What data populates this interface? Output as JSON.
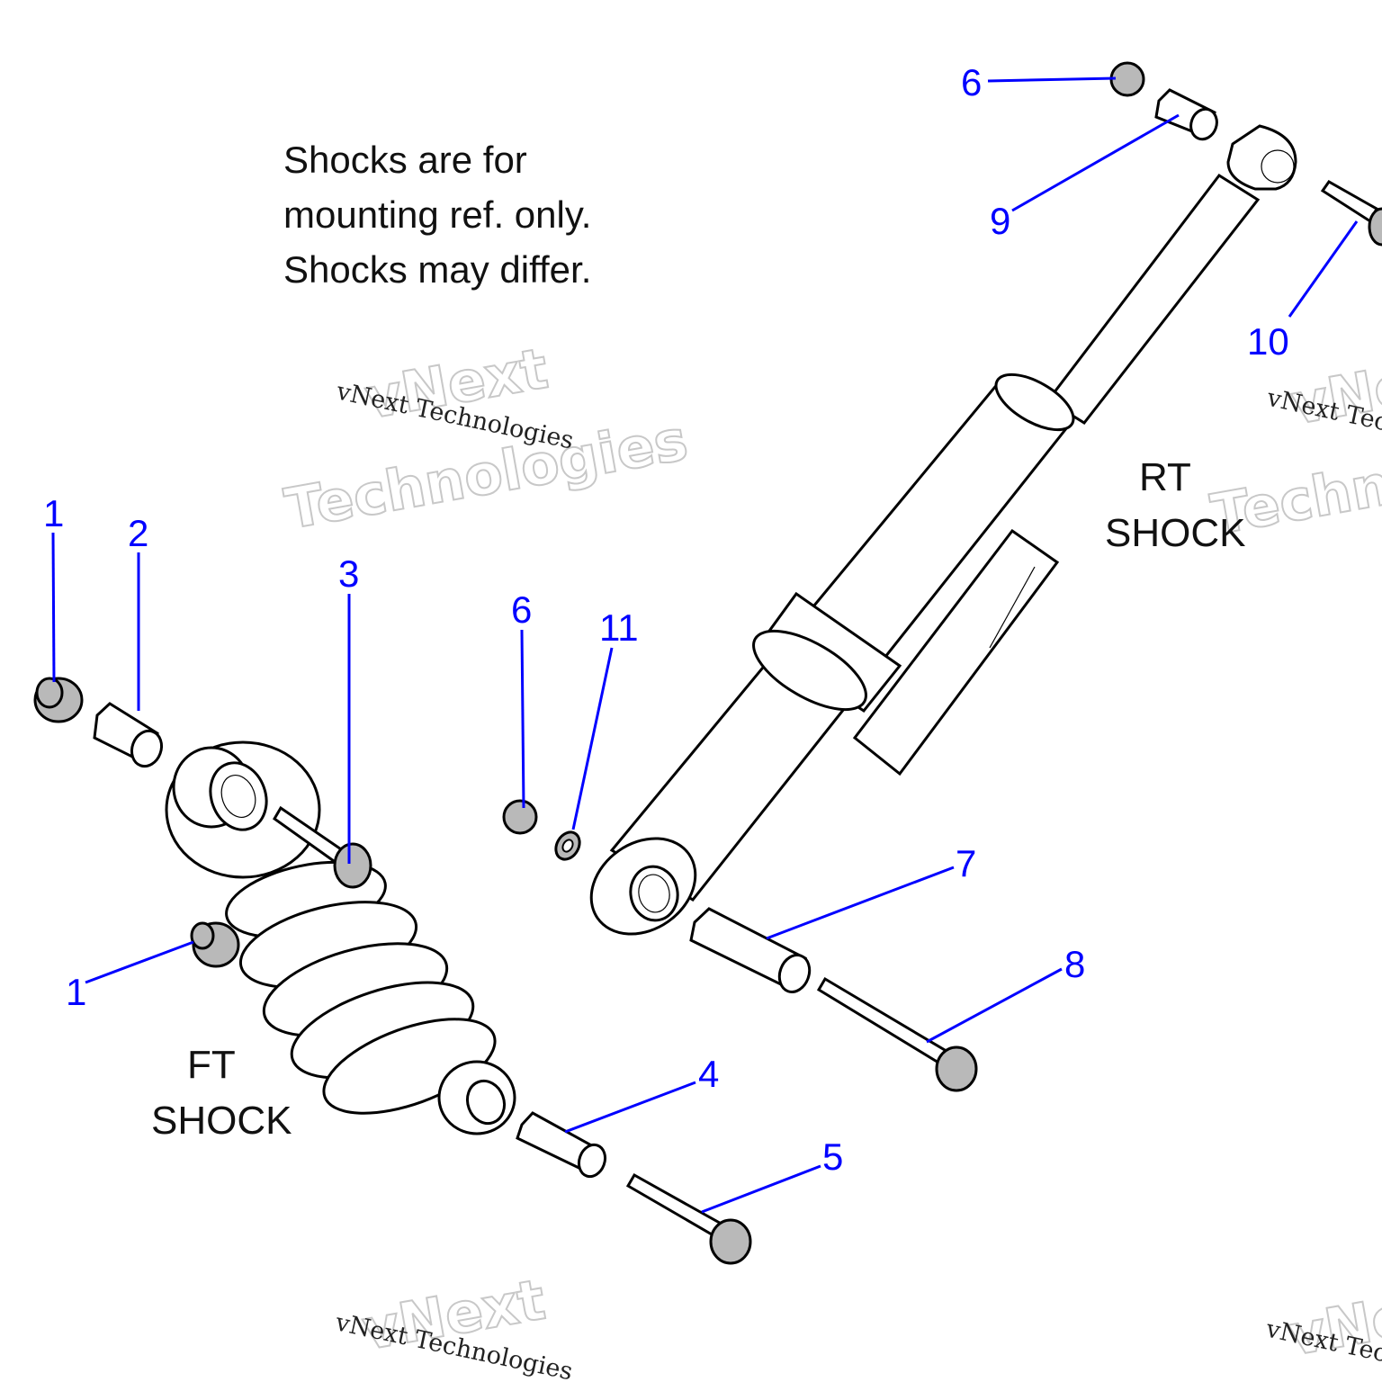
{
  "note": {
    "lines": [
      "Shocks are for",
      "mounting ref. only.",
      "Shocks may differ."
    ]
  },
  "shock_labels": {
    "front": [
      "FT",
      "SHOCK"
    ],
    "rear": [
      "RT",
      "SHOCK"
    ]
  },
  "callouts": [
    {
      "id": "c1a",
      "text": "1"
    },
    {
      "id": "c2",
      "text": "2"
    },
    {
      "id": "c3",
      "text": "3"
    },
    {
      "id": "c1b",
      "text": "1"
    },
    {
      "id": "c4",
      "text": "4"
    },
    {
      "id": "c5",
      "text": "5"
    },
    {
      "id": "c6a",
      "text": "6"
    },
    {
      "id": "c11",
      "text": "11"
    },
    {
      "id": "c7",
      "text": "7"
    },
    {
      "id": "c8",
      "text": "8"
    },
    {
      "id": "c6b",
      "text": "6"
    },
    {
      "id": "c9",
      "text": "9"
    },
    {
      "id": "c10",
      "text": "10"
    }
  ],
  "watermark": {
    "small": "vNext Technologies",
    "big_line1": "vNext",
    "big_line2": "Technologies"
  },
  "colors": {
    "callout": "#0000ff",
    "text": "#111111"
  }
}
